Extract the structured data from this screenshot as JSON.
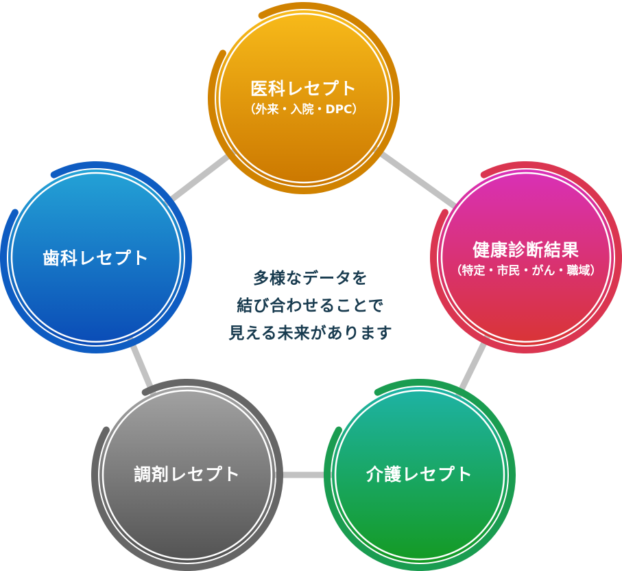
{
  "center_message": [
    "多様なデータを",
    "結び合わせることで",
    "見える未来があります"
  ],
  "nodes": [
    {
      "id": "medical",
      "title": "医科レセプト",
      "subtitle": "（外来・入院・DPC）",
      "colors": {
        "top": "#f8bb1a",
        "bottom": "#cb7700",
        "ring": "#d08200"
      }
    },
    {
      "id": "health",
      "title": "健康診断結果",
      "subtitle": "（特定・市民・がん・職域）",
      "colors": {
        "top": "#d930b8",
        "bottom": "#d93434",
        "ring": "#da3550"
      }
    },
    {
      "id": "care",
      "title": "介護レセプト",
      "subtitle": "",
      "colors": {
        "top": "#1eb3a6",
        "bottom": "#149a22",
        "ring": "#1a9c50"
      }
    },
    {
      "id": "pharmacy",
      "title": "調剤レセプト",
      "subtitle": "",
      "colors": {
        "top": "#a3a3a3",
        "bottom": "#525252",
        "ring": "#666666"
      }
    },
    {
      "id": "dental",
      "title": "歯科レセプト",
      "subtitle": "",
      "colors": {
        "top": "#24a3d6",
        "bottom": "#0a4bb6",
        "ring": "#0e5cc2"
      }
    }
  ],
  "connector_color": "#c2c2c2"
}
